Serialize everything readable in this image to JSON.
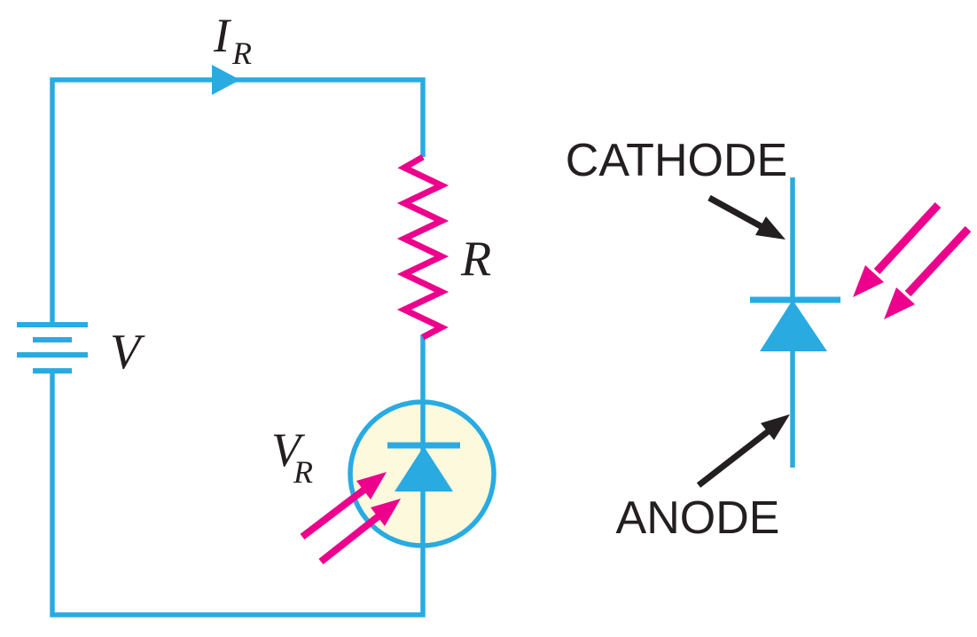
{
  "colors": {
    "wire": "#29ABE2",
    "light": "#EC008C",
    "ink": "#231F20",
    "lens-fill": "#FCF9DC",
    "background": "#FFFFFF"
  },
  "circuit": {
    "current_label": {
      "symbol": "I",
      "subscript": "R"
    },
    "battery_label": "V",
    "resistor_label": "R",
    "photodiode_voltage_label": {
      "symbol": "V",
      "subscript": "R"
    }
  },
  "photodiode_symbol": {
    "cathode_label": "CATHODE",
    "anode_label": "ANODE"
  }
}
